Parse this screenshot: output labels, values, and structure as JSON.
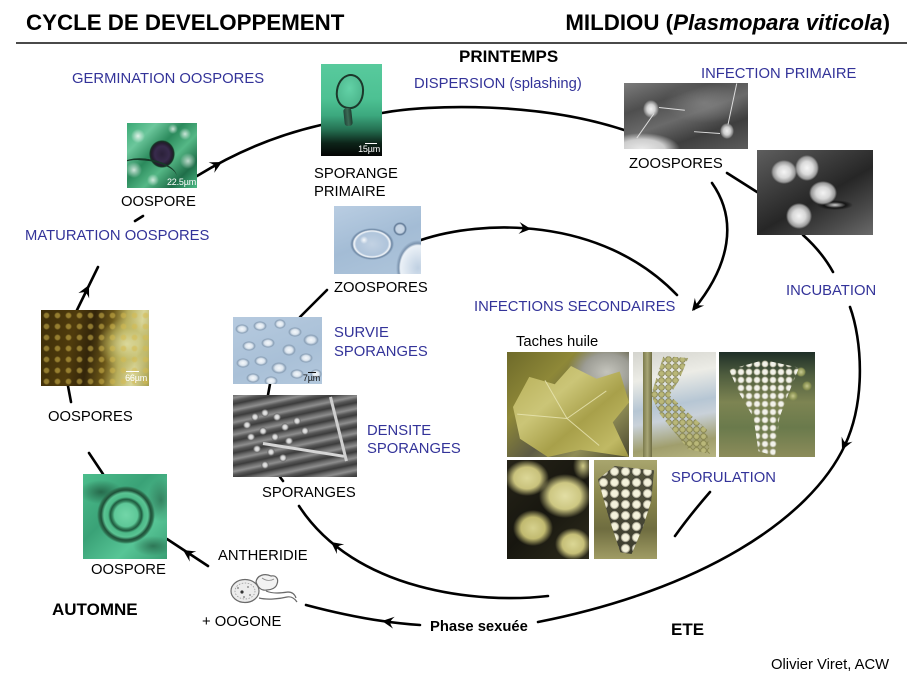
{
  "header": {
    "title": "CYCLE DE DEVELOPPEMENT",
    "disease_prefix": "MILDIOU (",
    "species": "Plasmopara viticola",
    "disease_suffix": ")"
  },
  "seasons": {
    "spring": "PRINTEMPS",
    "summer": "ETE",
    "autumn": "AUTOMNE"
  },
  "stages": {
    "germination": "GERMINATION OOSPORES",
    "dispersion": "DISPERSION (splashing)",
    "primary_infection": "INFECTION PRIMAIRE",
    "maturation": "MATURATION OOSPORES",
    "secondary_infections": "INFECTIONS SECONDAIRES",
    "incubation": "INCUBATION",
    "sporangia_survival": [
      "SURVIE",
      "SPORANGES"
    ],
    "sporangia_density": [
      "DENSITE",
      "SPORANGES"
    ],
    "sporulation": "SPORULATION"
  },
  "structures": {
    "oospore_germinating": "OOSPORE",
    "primary_sporangium": [
      "SPORANGE",
      "PRIMAIRE"
    ],
    "zoospores_primary": "ZOOSPORES",
    "zoospores_secondary": "ZOOSPORES",
    "oospores_maturing": "OOSPORES",
    "sporangia": "SPORANGES",
    "oil_spots": "Taches huile",
    "antheridium": "ANTHERIDIE",
    "oogonium": "+ OOGONE",
    "oospore_autumn": "OOSPORE",
    "sexual_phase": "Phase sexuée"
  },
  "scale_bars": {
    "oospore": "22.5µm",
    "primary_sporangium": "15µm",
    "sporangia_survival": "7µm",
    "oospores": "66µm"
  },
  "colors": {
    "stage_label": "#333399",
    "text": "#000000",
    "connector": "#000000",
    "divider": "#4a4a4a",
    "background": "#ffffff"
  },
  "credit": "Olivier Viret, ACW"
}
